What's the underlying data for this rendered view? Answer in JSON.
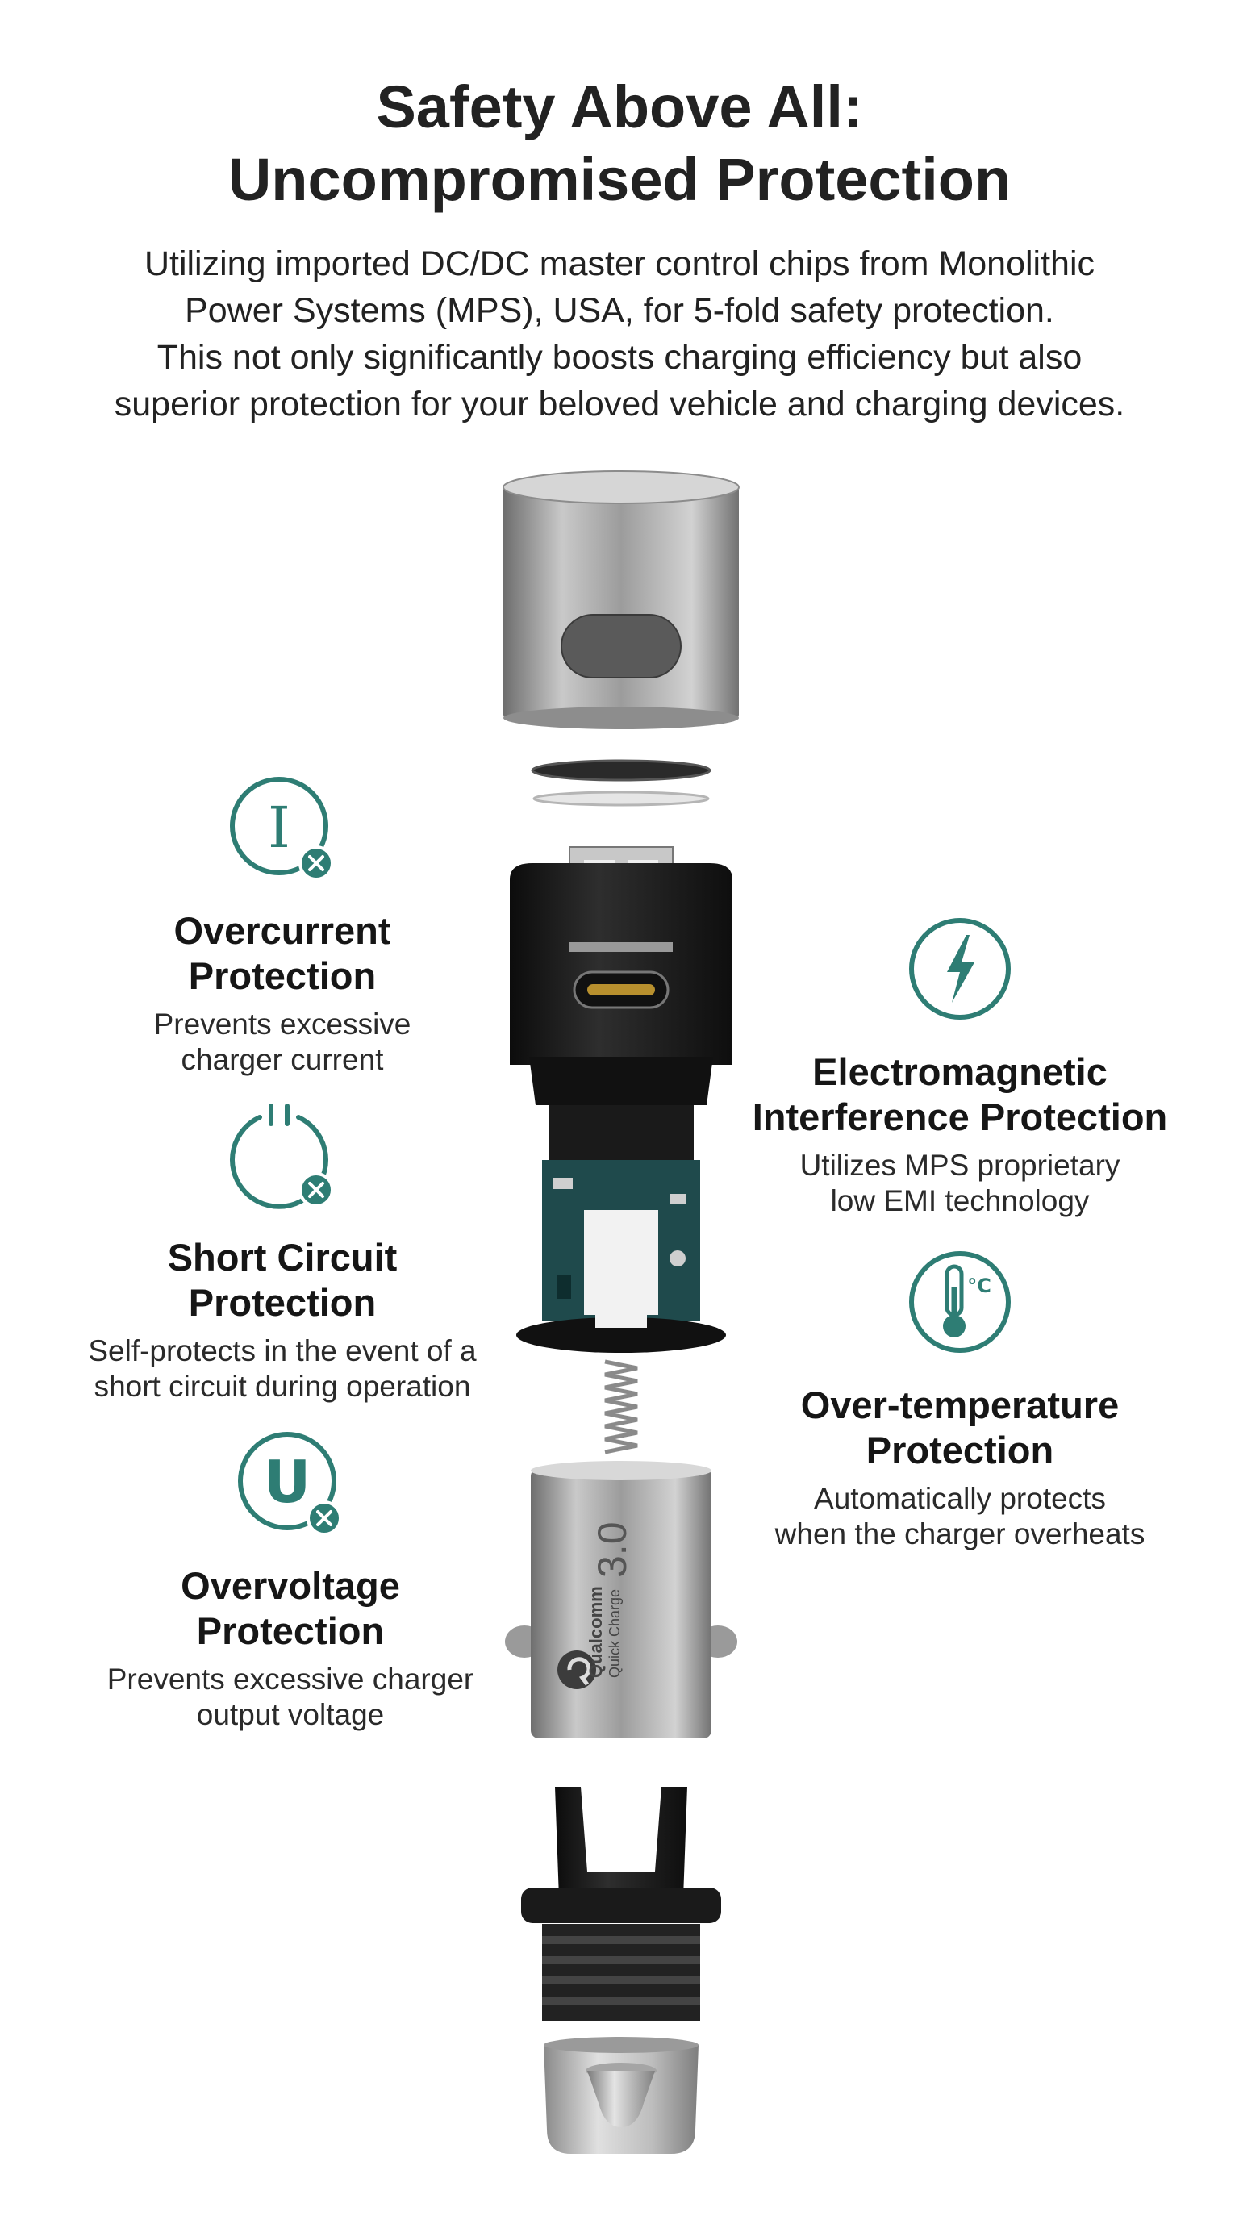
{
  "header": {
    "title_line1": "Safety Above All:",
    "title_line2": "Uncompromised Protection"
  },
  "intro": {
    "line1": "Utilizing imported DC/DC master control chips from Monolithic",
    "line2": "Power Systems (MPS), USA, for 5-fold safety protection.",
    "line3": "This not only significantly boosts charging efficiency but also",
    "line4": "superior protection for your beloved vehicle and charging devices."
  },
  "features": {
    "overcurrent": {
      "icon": "overcurrent-icon",
      "icon_glyph": "I",
      "title_line1": "Overcurrent",
      "title_line2": "Protection",
      "desc_line1": "Prevents excessive",
      "desc_line2": "charger current"
    },
    "short_circuit": {
      "icon": "power-icon",
      "title_line1": "Short Circuit",
      "title_line2": "Protection",
      "desc_line1": "Self-protects in the event of a",
      "desc_line2": "short circuit during operation"
    },
    "overvoltage": {
      "icon": "overvoltage-icon",
      "icon_glyph": "U",
      "title_line1": "Overvoltage",
      "title_line2": "Protection",
      "desc_line1": "Prevents excessive charger",
      "desc_line2": "output voltage"
    },
    "emi": {
      "icon": "lightning-icon",
      "title_line1": "Electromagnetic",
      "title_line2": "Interference Protection",
      "desc_line1": "Utilizes MPS proprietary",
      "desc_line2": "low EMI technology"
    },
    "over_temperature": {
      "icon": "thermometer-icon",
      "icon_glyph": "°C",
      "title_line1": "Over-temperature",
      "title_line2": "Protection",
      "desc_line1": "Automatically protects",
      "desc_line2": "when the charger overheats"
    }
  },
  "product": {
    "brand_line1": "Qualcomm",
    "brand_line2": "Quick Charge",
    "brand_version": "3.0"
  },
  "colors": {
    "accent": "#2e7d74",
    "text": "#1f1f1f",
    "metal": "#a9a9a9",
    "plastic": "#1b1b1b",
    "pcb": "#1f4a4c"
  }
}
